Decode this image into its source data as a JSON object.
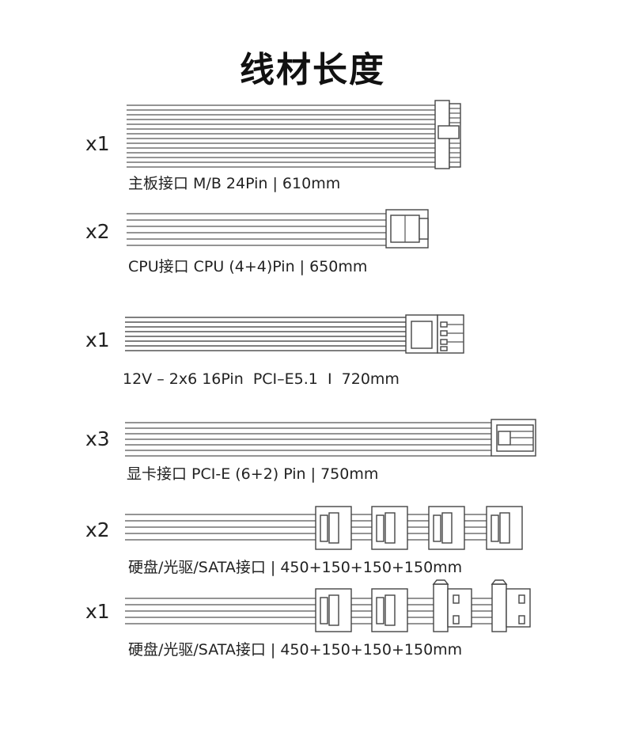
{
  "page": {
    "title": "线材长度"
  },
  "cables": [
    {
      "qty": "x1",
      "caption": "主板接口 M/B 24Pin | 610mm"
    },
    {
      "qty": "x2",
      "caption": "CPU接口 CPU (4+4)Pin | 650mm"
    },
    {
      "qty": "x1",
      "caption": "12V – 2x6 16Pin  PCI–E5.1  I  720mm"
    },
    {
      "qty": "x3",
      "caption": "显卡接口 PCI-E (6+2) Pin | 750mm"
    },
    {
      "qty": "x2",
      "caption": "硬盘/光驱/SATA接口 | 450+150+150+150mm"
    },
    {
      "qty": "x1",
      "caption": "硬盘/光驱/SATA接口 | 450+150+150+150mm"
    }
  ]
}
